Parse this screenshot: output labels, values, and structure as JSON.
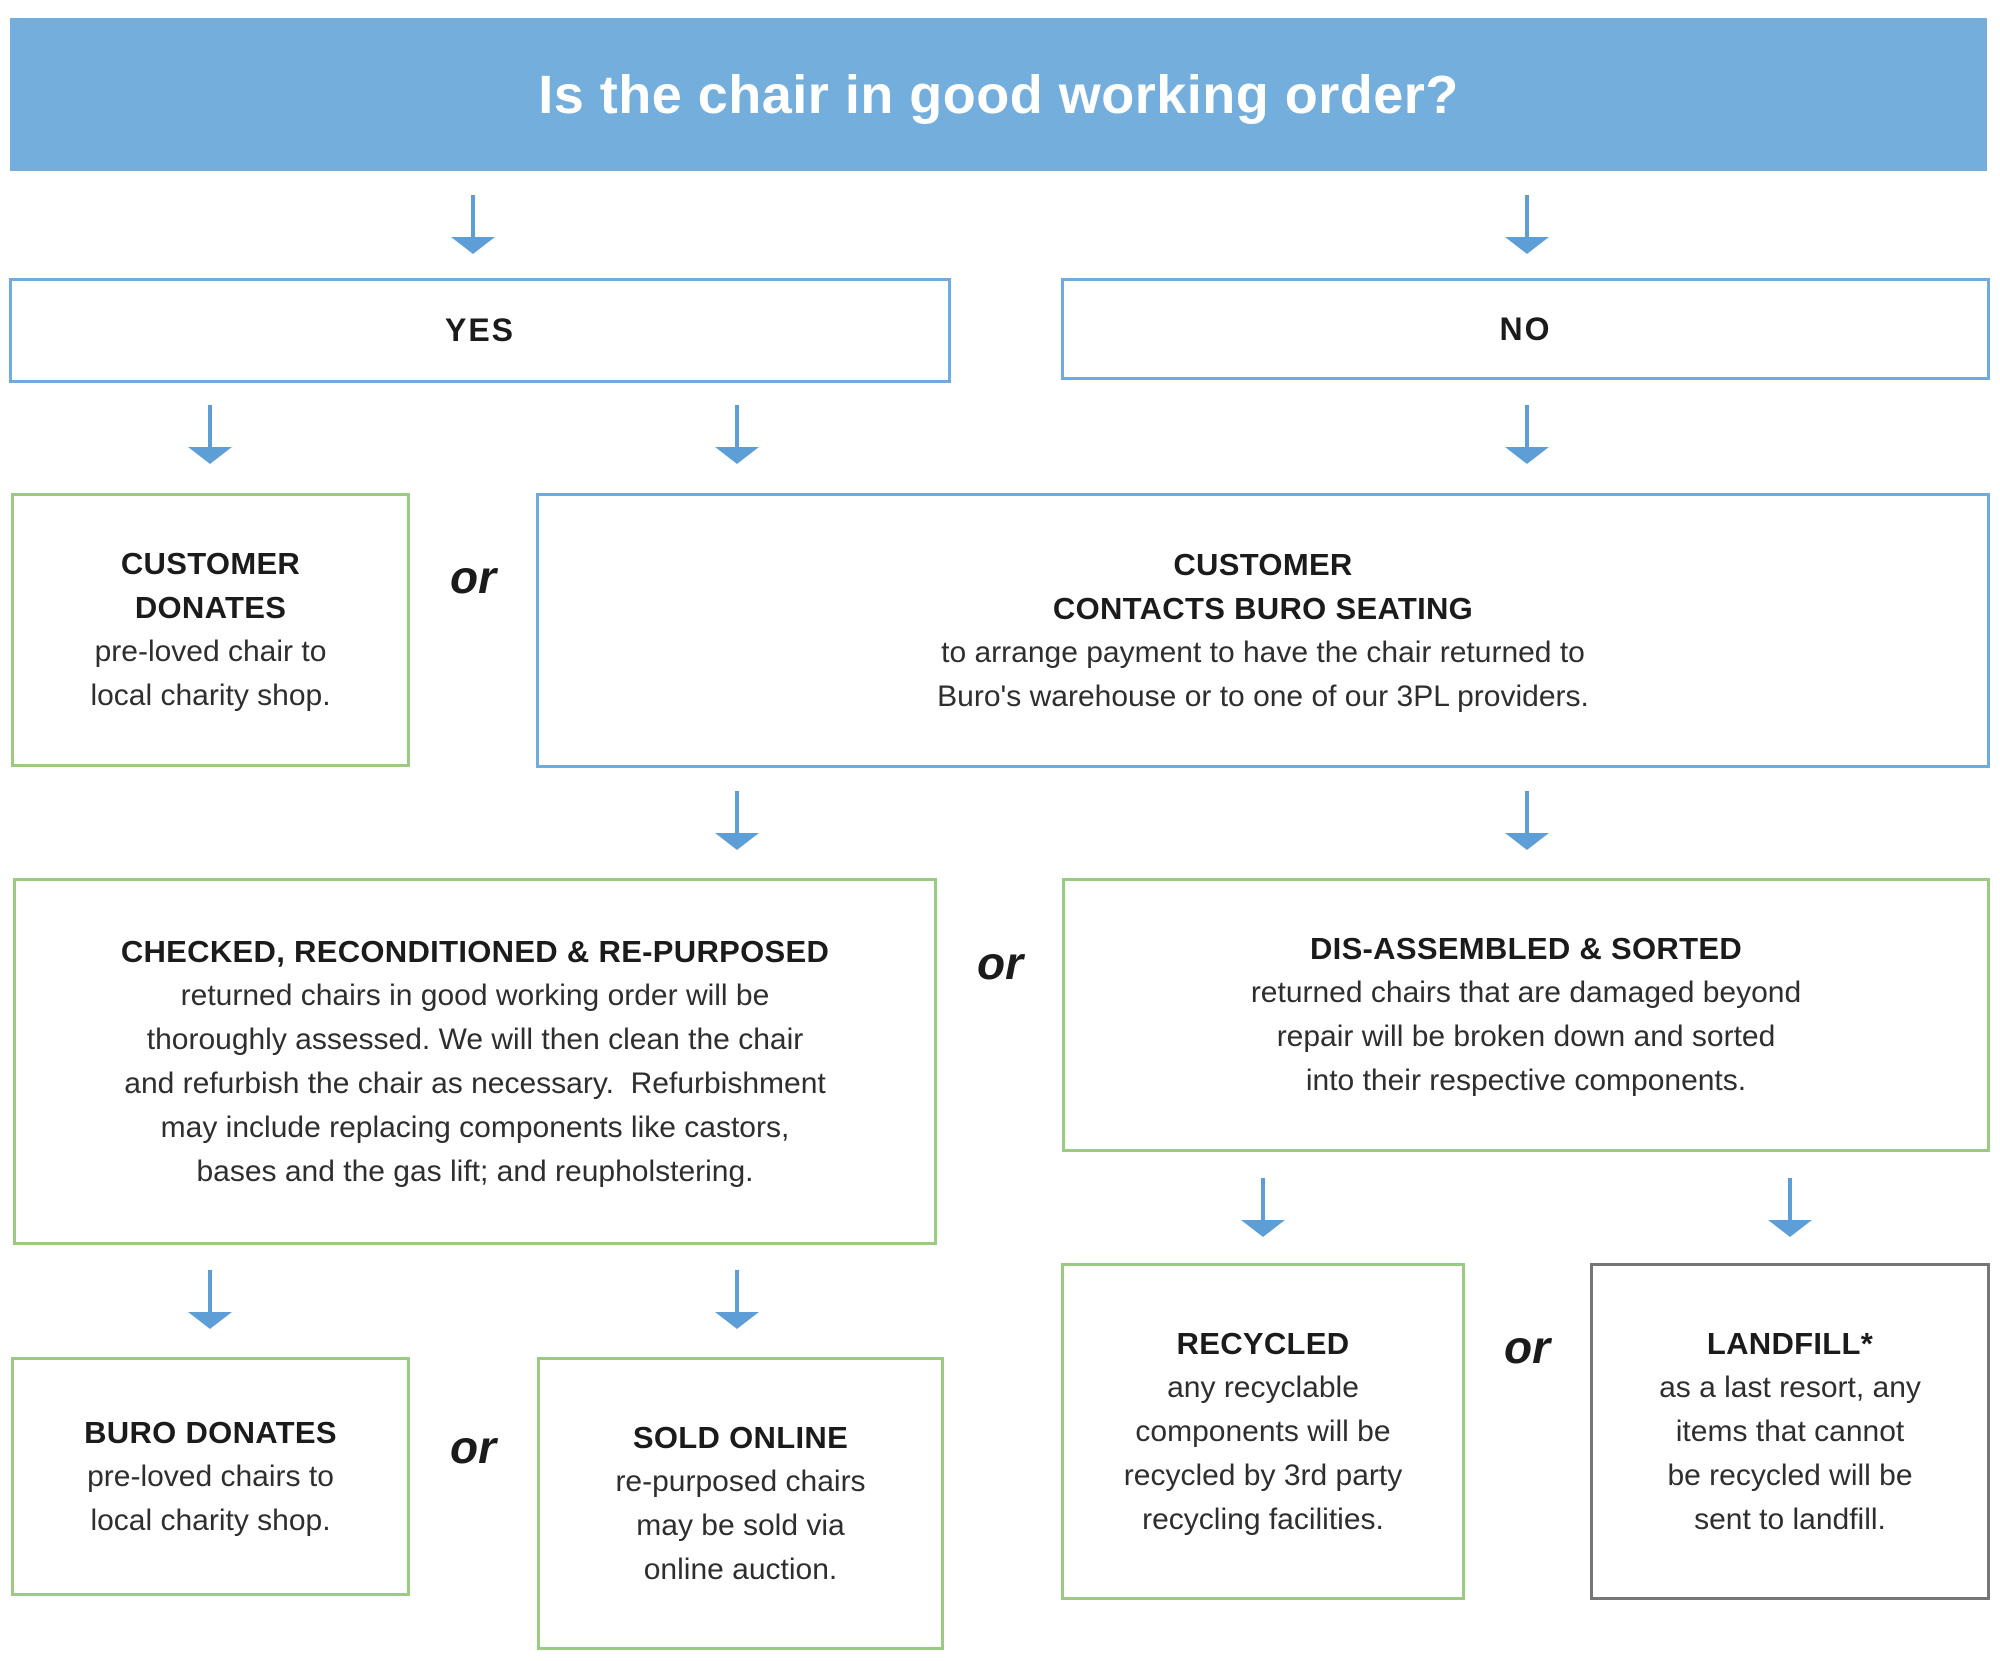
{
  "flow": {
    "question": "Is the chair in good working order?",
    "yes_label": "YES",
    "no_label": "NO",
    "or_label": "or",
    "boxes": {
      "customer_donates": {
        "title": "CUSTOMER\nDONATES",
        "body": "pre-loved chair to\nlocal charity shop."
      },
      "customer_contacts": {
        "title": "CUSTOMER\nCONTACTS BURO SEATING",
        "body": "to arrange payment to have the chair returned to\nBuro's warehouse or to one of our 3PL providers."
      },
      "checked_reconditioned": {
        "title": "CHECKED, RECONDITIONED & RE-PURPOSED",
        "body": "returned chairs in good working order will be\nthoroughly assessed. We will then clean the chair\nand refurbish the chair as necessary.  Refurbishment\nmay include replacing components like castors,\nbases and the gas lift; and reupholstering."
      },
      "disassembled_sorted": {
        "title": "DIS-ASSEMBLED & SORTED",
        "body": "returned chairs that are damaged beyond\nrepair will be broken down and sorted\ninto their respective components."
      },
      "buro_donates": {
        "title": "BURO DONATES",
        "body": "pre-loved chairs to\nlocal charity shop."
      },
      "sold_online": {
        "title": "SOLD ONLINE",
        "body": "re-purposed chairs\nmay be sold via\nonline auction."
      },
      "recycled": {
        "title": "RECYCLED",
        "body": "any recyclable\ncomponents will be\nrecycled by 3rd party\nrecycling facilities."
      },
      "landfill": {
        "title": "LANDFILL*",
        "body": "as a last resort, any\nitems that cannot\nbe recycled will be\nsent to landfill."
      }
    },
    "colors": {
      "banner_blue": "#73AEDD",
      "border_blue": "#6FACDD",
      "border_green": "#9BCB82",
      "border_gray": "#767676",
      "arrow_blue": "#5D9ED6",
      "title_text": "#1b1b1b",
      "body_text": "#2e2e2e"
    }
  }
}
